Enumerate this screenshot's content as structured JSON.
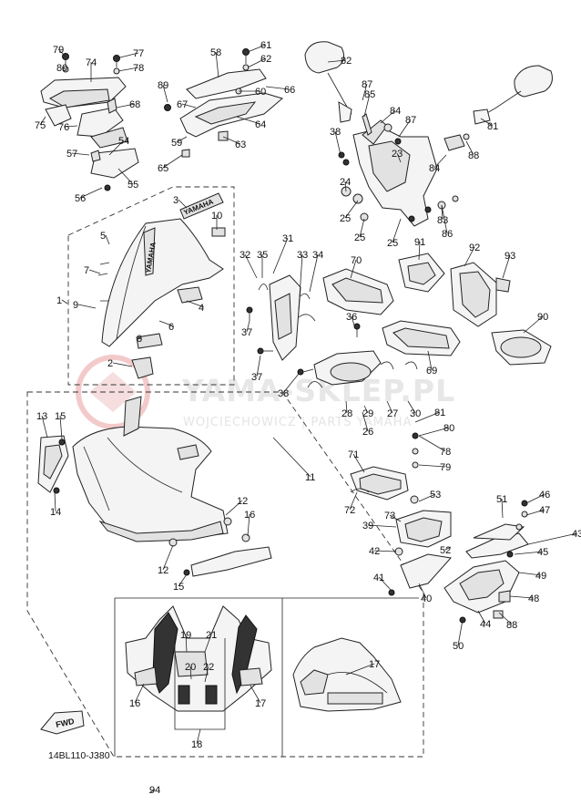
{
  "diagram_code": "14BL110-J380",
  "fwd_label": "FWD",
  "watermark": {
    "shop": "YAMA-SKLEP.PL",
    "owner": "WOJCIECHOWICZ | PARTS YAMAHA"
  },
  "decal_text": {
    "brand_big": "YAMAHA",
    "brand_small": "YAMAHA"
  },
  "colors": {
    "line": "#222222",
    "watermark": "#e5e5e5",
    "watermark_logo": "#f3caca"
  },
  "callouts": [
    "1",
    "2",
    "3",
    "4",
    "5",
    "6",
    "7",
    "8",
    "9",
    "10",
    "11",
    "12",
    "12",
    "13",
    "14",
    "15",
    "15",
    "16",
    "16",
    "17",
    "17",
    "18",
    "19",
    "20",
    "21",
    "22",
    "23",
    "24",
    "25",
    "25",
    "25",
    "26",
    "27",
    "28",
    "29",
    "30",
    "31",
    "32",
    "33",
    "34",
    "35",
    "36",
    "37",
    "37",
    "38",
    "38",
    "39",
    "40",
    "41",
    "42",
    "43",
    "44",
    "45",
    "46",
    "47",
    "48",
    "49",
    "50",
    "51",
    "52",
    "53",
    "54",
    "55",
    "56",
    "57",
    "58",
    "59",
    "60",
    "61",
    "62",
    "63",
    "64",
    "65",
    "66",
    "67",
    "68",
    "69",
    "70",
    "71",
    "72",
    "73",
    "74",
    "75",
    "76",
    "77",
    "78",
    "78",
    "79",
    "79",
    "80",
    "80",
    "81",
    "81",
    "82",
    "83",
    "84",
    "84",
    "85",
    "86",
    "87",
    "87",
    "88",
    "88",
    "89",
    "90",
    "91",
    "92",
    "93",
    "94"
  ]
}
